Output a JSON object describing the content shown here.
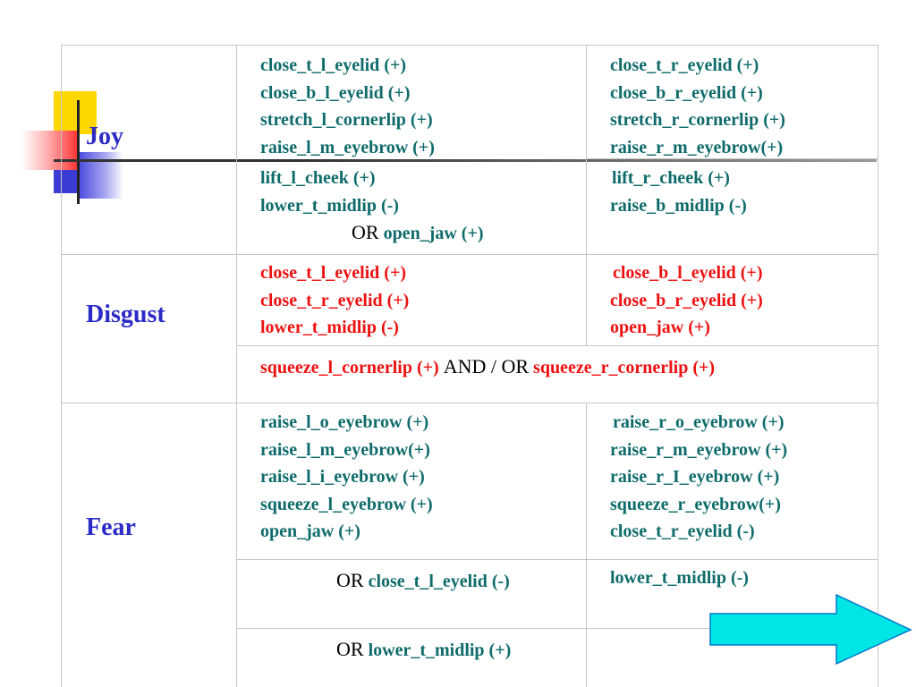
{
  "colors": {
    "emotion": "#2b2bc6",
    "action": "#0f6b6b",
    "disgust_action": "#ee1111",
    "grid": "#c6c6c6",
    "arrow": "#00e5e5"
  },
  "joy": {
    "label": "Joy",
    "left_a": [
      "close_t_l_eyelid (+)",
      "close_b_l_eyelid (+)",
      "stretch_l_cornerlip (+)",
      "raise_l_m_eyebrow (+)"
    ],
    "right_a": [
      "close_t_r_eyelid (+)",
      "close_b_r_eyelid (+)",
      "stretch_r_cornerlip (+)",
      "raise_r_m_eyebrow(+)"
    ],
    "left_b": [
      "lift_l_cheek (+)",
      "lower_t_midlip (-)"
    ],
    "or_word": "OR",
    "or_value": "open_jaw (+)",
    "right_b": [
      "lift_r_cheek (+)",
      "raise_b_midlip (-)"
    ]
  },
  "disgust": {
    "label": "Disgust",
    "left": [
      "close_t_l_eyelid (+)",
      "close_t_r_eyelid (+)",
      "lower_t_midlip (-)"
    ],
    "right": [
      "close_b_l_eyelid (+)",
      "close_b_r_eyelid (+)",
      "open_jaw (+)"
    ],
    "bottom_left": "squeeze_l_cornerlip (+)",
    "connector": "AND / OR",
    "bottom_right": "squeeze_r_cornerlip (+)"
  },
  "fear": {
    "label": "Fear",
    "left": [
      "raise_l_o_eyebrow (+)",
      "raise_l_m_eyebrow(+)",
      "raise_l_i_eyebrow (+)",
      "squeeze_l_eyebrow (+)",
      "open_jaw (+)"
    ],
    "right": [
      "raise_r_o_eyebrow (+)",
      "raise_r_m_eyebrow (+)",
      "raise_r_I_eyebrow (+)",
      "squeeze_r_eyebrow(+)",
      "close_t_r_eyelid (-)"
    ],
    "or1_word": "OR",
    "or1_value": "close_t_l_eyelid (-)",
    "right_b": "lower_t_midlip (-)",
    "or2_word": "OR",
    "or2_value": "lower_t_midlip (+)"
  },
  "nav": {
    "next_icon": "arrow-right-icon"
  }
}
